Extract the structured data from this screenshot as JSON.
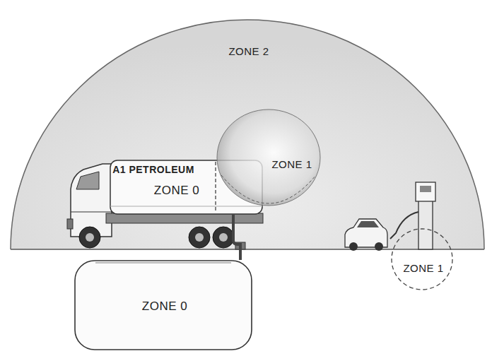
{
  "diagram": {
    "nodes": [
      {
        "text": [
          "ZONE 2"
        ]
      },
      {
        "text": [
          "A1 PETROLEUM",
          "ZONE 0"
        ],
        "in": 0
      },
      {
        "text": [
          "ZONE 1"
        ],
        "in": 0
      },
      {
        "text": [
          "ZONE 1"
        ]
      },
      {
        "text": [
          "ZONE 0"
        ]
      }
    ],
    "edges": [
      {
        "from": 1,
        "to": 4,
        "arrow": "none"
      }
    ]
  }
}
